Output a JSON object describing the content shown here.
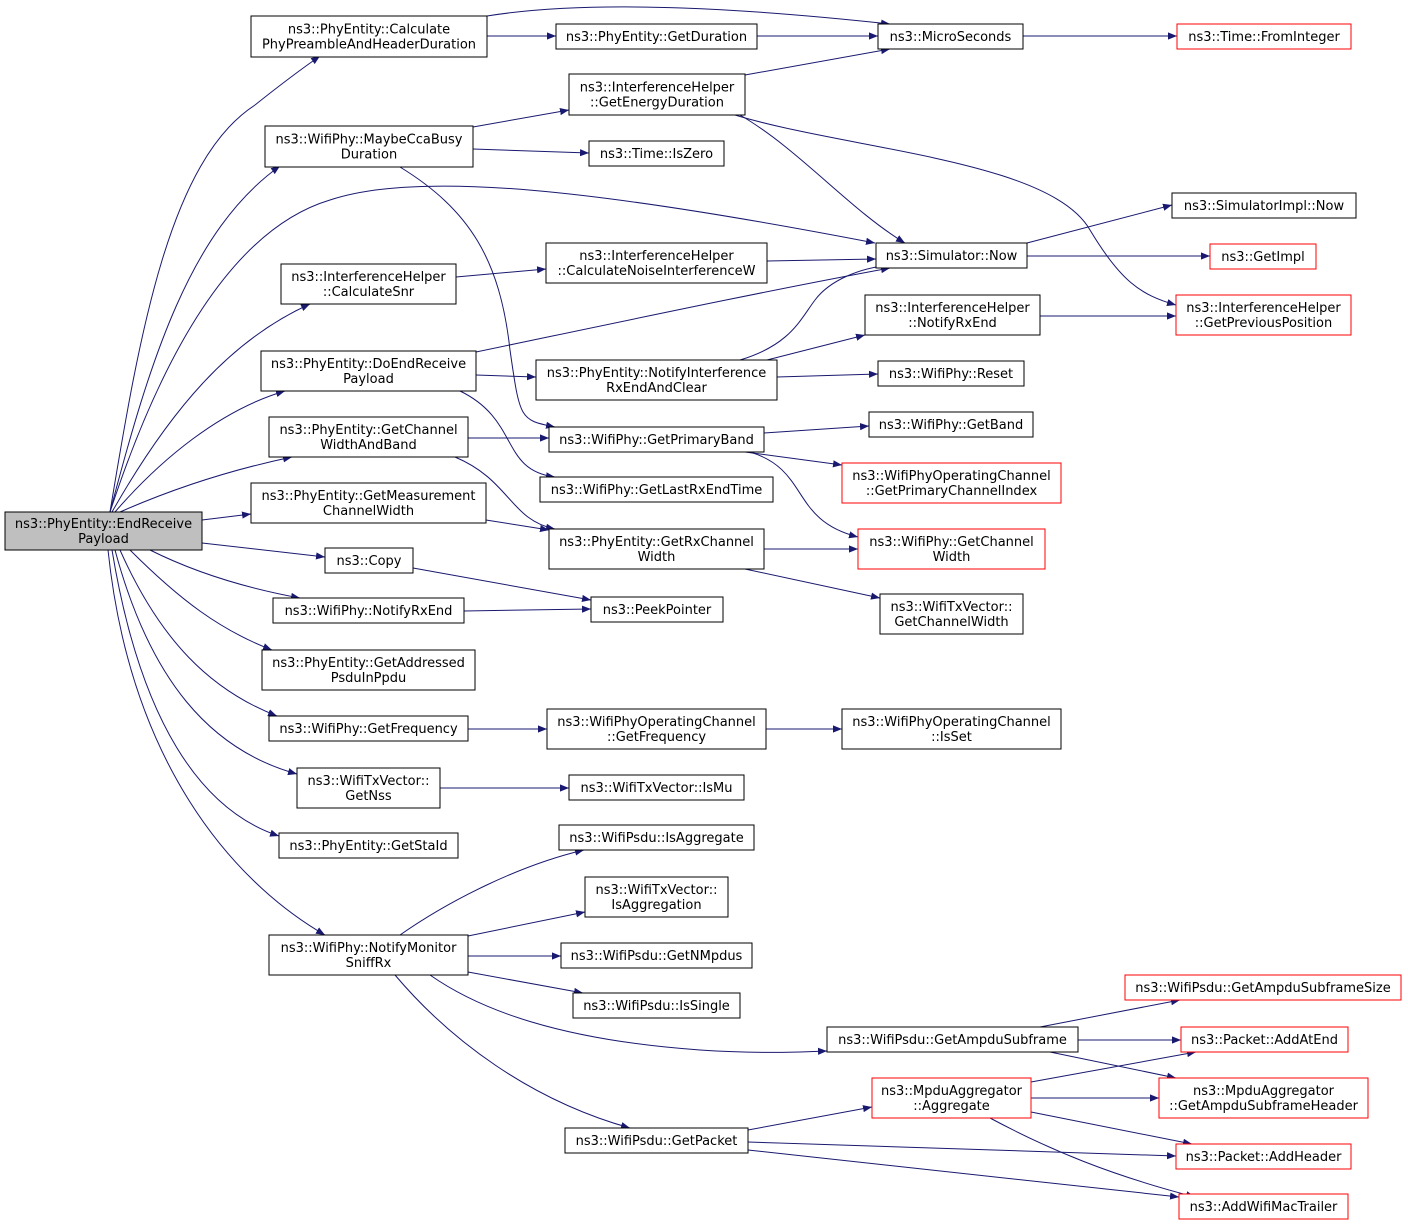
{
  "colors": {
    "edge": "#191970",
    "node_border": "#000000",
    "external_border": "#ff0000",
    "root_fill": "#bfbfbf",
    "node_fill": "#ffffff",
    "text": "#000000"
  },
  "nodes": [
    {
      "id": "root",
      "kind": "root",
      "lines": [
        "ns3::PhyEntity::EndReceive",
        "Payload"
      ]
    },
    {
      "id": "calc_preamble",
      "kind": "normal",
      "lines": [
        "ns3::PhyEntity::Calculate",
        "PhyPreambleAndHeaderDuration"
      ]
    },
    {
      "id": "maybe_cca",
      "kind": "normal",
      "lines": [
        "ns3::WifiPhy::MaybeCcaBusy",
        "Duration"
      ]
    },
    {
      "id": "calc_snr",
      "kind": "normal",
      "lines": [
        "ns3::InterferenceHelper",
        "::CalculateSnr"
      ]
    },
    {
      "id": "do_end_receive",
      "kind": "normal",
      "lines": [
        "ns3::PhyEntity::DoEndReceive",
        "Payload"
      ]
    },
    {
      "id": "get_channel_width_band",
      "kind": "normal",
      "lines": [
        "ns3::PhyEntity::GetChannel",
        "WidthAndBand"
      ]
    },
    {
      "id": "get_measurement_cw",
      "kind": "normal",
      "lines": [
        "ns3::PhyEntity::GetMeasurement",
        "ChannelWidth"
      ]
    },
    {
      "id": "copy",
      "kind": "normal",
      "lines": [
        "ns3::Copy"
      ]
    },
    {
      "id": "notify_rx_end",
      "kind": "normal",
      "lines": [
        "ns3::WifiPhy::NotifyRxEnd"
      ]
    },
    {
      "id": "get_addressed_psdu",
      "kind": "normal",
      "lines": [
        "ns3::PhyEntity::GetAddressed",
        "PsduInPpdu"
      ]
    },
    {
      "id": "get_frequency",
      "kind": "normal",
      "lines": [
        "ns3::WifiPhy::GetFrequency"
      ]
    },
    {
      "id": "get_nss",
      "kind": "normal",
      "lines": [
        "ns3::WifiTxVector::",
        "GetNss"
      ]
    },
    {
      "id": "get_sta_id",
      "kind": "normal",
      "lines": [
        "ns3::PhyEntity::GetStaId"
      ]
    },
    {
      "id": "notify_monitor",
      "kind": "normal",
      "lines": [
        "ns3::WifiPhy::NotifyMonitor",
        "SniffRx"
      ]
    },
    {
      "id": "get_duration",
      "kind": "normal",
      "lines": [
        "ns3::PhyEntity::GetDuration"
      ]
    },
    {
      "id": "get_energy_duration",
      "kind": "normal",
      "lines": [
        "ns3::InterferenceHelper",
        "::GetEnergyDuration"
      ]
    },
    {
      "id": "is_zero",
      "kind": "normal",
      "lines": [
        "ns3::Time::IsZero"
      ]
    },
    {
      "id": "calc_noise",
      "kind": "normal",
      "lines": [
        "ns3::InterferenceHelper",
        "::CalculateNoiseInterferenceW"
      ]
    },
    {
      "id": "notify_interference",
      "kind": "normal",
      "lines": [
        "ns3::PhyEntity::NotifyInterference",
        "RxEndAndClear"
      ]
    },
    {
      "id": "get_primary_band",
      "kind": "normal",
      "lines": [
        "ns3::WifiPhy::GetPrimaryBand"
      ]
    },
    {
      "id": "get_last_rx_end",
      "kind": "normal",
      "lines": [
        "ns3::WifiPhy::GetLastRxEndTime"
      ]
    },
    {
      "id": "get_rx_channel_width",
      "kind": "normal",
      "lines": [
        "ns3::PhyEntity::GetRxChannel",
        "Width"
      ]
    },
    {
      "id": "peek_pointer",
      "kind": "normal",
      "lines": [
        "ns3::PeekPointer"
      ]
    },
    {
      "id": "op_get_frequency",
      "kind": "normal",
      "lines": [
        "ns3::WifiPhyOperatingChannel",
        "::GetFrequency"
      ]
    },
    {
      "id": "is_mu",
      "kind": "normal",
      "lines": [
        "ns3::WifiTxVector::IsMu"
      ]
    },
    {
      "id": "is_aggregate",
      "kind": "normal",
      "lines": [
        "ns3::WifiPsdu::IsAggregate"
      ]
    },
    {
      "id": "is_aggregation",
      "kind": "normal",
      "lines": [
        "ns3::WifiTxVector::",
        "IsAggregation"
      ]
    },
    {
      "id": "get_n_mpdus",
      "kind": "normal",
      "lines": [
        "ns3::WifiPsdu::GetNMpdus"
      ]
    },
    {
      "id": "is_single",
      "kind": "normal",
      "lines": [
        "ns3::WifiPsdu::IsSingle"
      ]
    },
    {
      "id": "get_packet",
      "kind": "normal",
      "lines": [
        "ns3::WifiPsdu::GetPacket"
      ]
    },
    {
      "id": "micro_seconds",
      "kind": "normal",
      "lines": [
        "ns3::MicroSeconds"
      ]
    },
    {
      "id": "simulator_now",
      "kind": "normal",
      "lines": [
        "ns3::Simulator::Now"
      ]
    },
    {
      "id": "ih_notify_rx_end",
      "kind": "normal",
      "lines": [
        "ns3::InterferenceHelper",
        "::NotifyRxEnd"
      ]
    },
    {
      "id": "wifiphy_reset",
      "kind": "normal",
      "lines": [
        "ns3::WifiPhy::Reset"
      ]
    },
    {
      "id": "get_band",
      "kind": "normal",
      "lines": [
        "ns3::WifiPhy::GetBand"
      ]
    },
    {
      "id": "tx_get_channel_width",
      "kind": "normal",
      "lines": [
        "ns3::WifiTxVector::",
        "GetChannelWidth"
      ]
    },
    {
      "id": "op_is_set",
      "kind": "normal",
      "lines": [
        "ns3::WifiPhyOperatingChannel",
        "::IsSet"
      ]
    },
    {
      "id": "get_ampdu_subframe",
      "kind": "normal",
      "lines": [
        "ns3::WifiPsdu::GetAmpduSubframe"
      ]
    },
    {
      "id": "mpdu_aggregate",
      "kind": "external",
      "lines": [
        "ns3::MpduAggregator",
        "::Aggregate"
      ]
    },
    {
      "id": "time_from_integer",
      "kind": "external",
      "lines": [
        "ns3::Time::FromInteger"
      ]
    },
    {
      "id": "simimpl_now",
      "kind": "normal",
      "lines": [
        "ns3::SimulatorImpl::Now"
      ]
    },
    {
      "id": "get_impl",
      "kind": "external",
      "lines": [
        "ns3::GetImpl"
      ]
    },
    {
      "id": "ih_get_previous_position",
      "kind": "external",
      "lines": [
        "ns3::InterferenceHelper",
        "::GetPreviousPosition"
      ]
    },
    {
      "id": "op_primary_channel_index",
      "kind": "external",
      "lines": [
        "ns3::WifiPhyOperatingChannel",
        "::GetPrimaryChannelIndex"
      ]
    },
    {
      "id": "phy_get_channel_width",
      "kind": "external",
      "lines": [
        "ns3::WifiPhy::GetChannel",
        "Width"
      ]
    },
    {
      "id": "get_ampdu_subframe_size",
      "kind": "external",
      "lines": [
        "ns3::WifiPsdu::GetAmpduSubframeSize"
      ]
    },
    {
      "id": "packet_add_at_end",
      "kind": "external",
      "lines": [
        "ns3::Packet::AddAtEnd"
      ]
    },
    {
      "id": "mpdu_get_subframe_header",
      "kind": "external",
      "lines": [
        "ns3::MpduAggregator",
        "::GetAmpduSubframeHeader"
      ]
    },
    {
      "id": "packet_add_header",
      "kind": "external",
      "lines": [
        "ns3::Packet::AddHeader"
      ]
    },
    {
      "id": "add_wifi_mac_trailer",
      "kind": "external",
      "lines": [
        "ns3::AddWifiMacTrailer"
      ]
    }
  ],
  "edges": [
    [
      "root",
      "calc_preamble"
    ],
    [
      "root",
      "maybe_cca"
    ],
    [
      "root",
      "simulator_now"
    ],
    [
      "root",
      "calc_snr"
    ],
    [
      "root",
      "do_end_receive"
    ],
    [
      "root",
      "get_channel_width_band"
    ],
    [
      "root",
      "get_measurement_cw"
    ],
    [
      "root",
      "copy"
    ],
    [
      "root",
      "notify_rx_end"
    ],
    [
      "root",
      "get_addressed_psdu"
    ],
    [
      "root",
      "get_frequency"
    ],
    [
      "root",
      "get_nss"
    ],
    [
      "root",
      "get_sta_id"
    ],
    [
      "root",
      "notify_monitor"
    ],
    [
      "calc_preamble",
      "get_duration"
    ],
    [
      "calc_preamble",
      "micro_seconds"
    ],
    [
      "get_duration",
      "micro_seconds"
    ],
    [
      "micro_seconds",
      "time_from_integer"
    ],
    [
      "maybe_cca",
      "get_energy_duration"
    ],
    [
      "maybe_cca",
      "is_zero"
    ],
    [
      "maybe_cca",
      "get_primary_band"
    ],
    [
      "get_energy_duration",
      "micro_seconds"
    ],
    [
      "get_energy_duration",
      "simulator_now"
    ],
    [
      "get_energy_duration",
      "ih_get_previous_position"
    ],
    [
      "simulator_now",
      "simimpl_now"
    ],
    [
      "simulator_now",
      "get_impl"
    ],
    [
      "calc_snr",
      "calc_noise"
    ],
    [
      "calc_noise",
      "simulator_now"
    ],
    [
      "do_end_receive",
      "simulator_now"
    ],
    [
      "do_end_receive",
      "notify_interference"
    ],
    [
      "do_end_receive",
      "get_last_rx_end"
    ],
    [
      "notify_interference",
      "simulator_now"
    ],
    [
      "notify_interference",
      "ih_notify_rx_end"
    ],
    [
      "notify_interference",
      "wifiphy_reset"
    ],
    [
      "ih_notify_rx_end",
      "ih_get_previous_position"
    ],
    [
      "get_channel_width_band",
      "get_primary_band"
    ],
    [
      "get_channel_width_band",
      "get_rx_channel_width"
    ],
    [
      "get_primary_band",
      "get_band"
    ],
    [
      "get_primary_band",
      "op_primary_channel_index"
    ],
    [
      "get_primary_band",
      "phy_get_channel_width"
    ],
    [
      "get_measurement_cw",
      "get_rx_channel_width"
    ],
    [
      "get_rx_channel_width",
      "phy_get_channel_width"
    ],
    [
      "get_rx_channel_width",
      "tx_get_channel_width"
    ],
    [
      "copy",
      "peek_pointer"
    ],
    [
      "notify_rx_end",
      "peek_pointer"
    ],
    [
      "get_frequency",
      "op_get_frequency"
    ],
    [
      "op_get_frequency",
      "op_is_set"
    ],
    [
      "get_nss",
      "is_mu"
    ],
    [
      "notify_monitor",
      "is_aggregate"
    ],
    [
      "notify_monitor",
      "is_aggregation"
    ],
    [
      "notify_monitor",
      "get_n_mpdus"
    ],
    [
      "notify_monitor",
      "is_single"
    ],
    [
      "notify_monitor",
      "get_ampdu_subframe"
    ],
    [
      "notify_monitor",
      "get_packet"
    ],
    [
      "get_ampdu_subframe",
      "get_ampdu_subframe_size"
    ],
    [
      "get_ampdu_subframe",
      "packet_add_at_end"
    ],
    [
      "get_ampdu_subframe",
      "mpdu_get_subframe_header"
    ],
    [
      "get_packet",
      "mpdu_aggregate"
    ],
    [
      "get_packet",
      "packet_add_header"
    ],
    [
      "get_packet",
      "add_wifi_mac_trailer"
    ],
    [
      "mpdu_aggregate",
      "packet_add_at_end"
    ],
    [
      "mpdu_aggregate",
      "mpdu_get_subframe_header"
    ],
    [
      "mpdu_aggregate",
      "packet_add_header"
    ],
    [
      "mpdu_aggregate",
      "add_wifi_mac_trailer"
    ]
  ]
}
